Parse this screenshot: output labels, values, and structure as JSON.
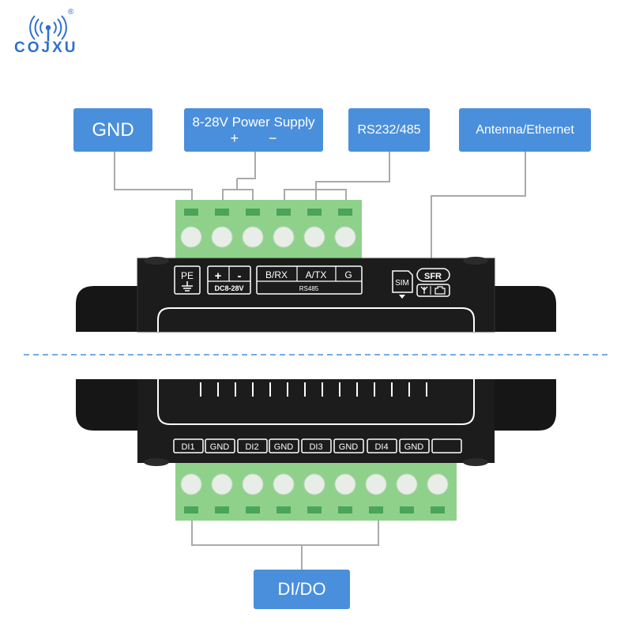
{
  "brand": {
    "name": "COJXU",
    "registered_mark": "®",
    "color": "#2e6fd0"
  },
  "callouts": {
    "gnd": "GND",
    "power_title": "8-28V Power Supply",
    "power_plus": "+",
    "power_minus": "−",
    "serial": "RS232/485",
    "antenna": "Antenna/Ethernet",
    "dido": "DI/DO"
  },
  "device_labels": {
    "pe": "PE",
    "plus": "+",
    "minus": "-",
    "dc_range": "DC8-28V",
    "brx": "B/RX",
    "atx": "A/TX",
    "g": "G",
    "rs485": "RS485",
    "sim": "SIM",
    "sfr": "SFR"
  },
  "bottom_terminals": [
    "DI1",
    "GND",
    "DI2",
    "GND",
    "DI3",
    "GND",
    "DI4",
    "GND",
    ""
  ],
  "colors": {
    "callout": "#4a8fdc",
    "terminal_green": "#8fd18b",
    "terminal_dark": "#4aa45a",
    "device_body": "#1c1c1c",
    "cut_line": "#4a8fdc"
  }
}
